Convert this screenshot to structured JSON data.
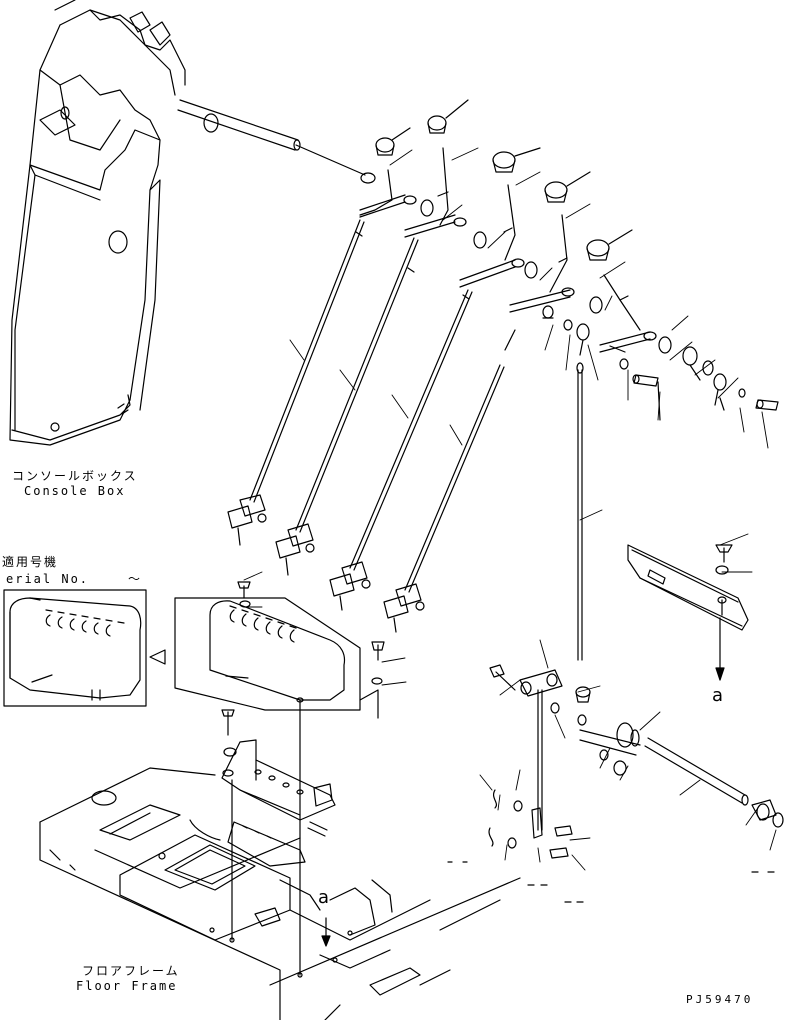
{
  "labels": {
    "console_box_jp": "コンソールボックス",
    "console_box_en": "Console Box",
    "serial_jp": "適用号機",
    "serial_en": "erial No.",
    "serial_range": "～",
    "floor_frame_jp": "フロアフレーム",
    "floor_frame_en": "Floor Frame",
    "ref_a_right": "a",
    "ref_a_bottom": "a",
    "drawing_code": "PJ59470"
  },
  "colors": {
    "line": "#000000",
    "background": "#ffffff"
  }
}
